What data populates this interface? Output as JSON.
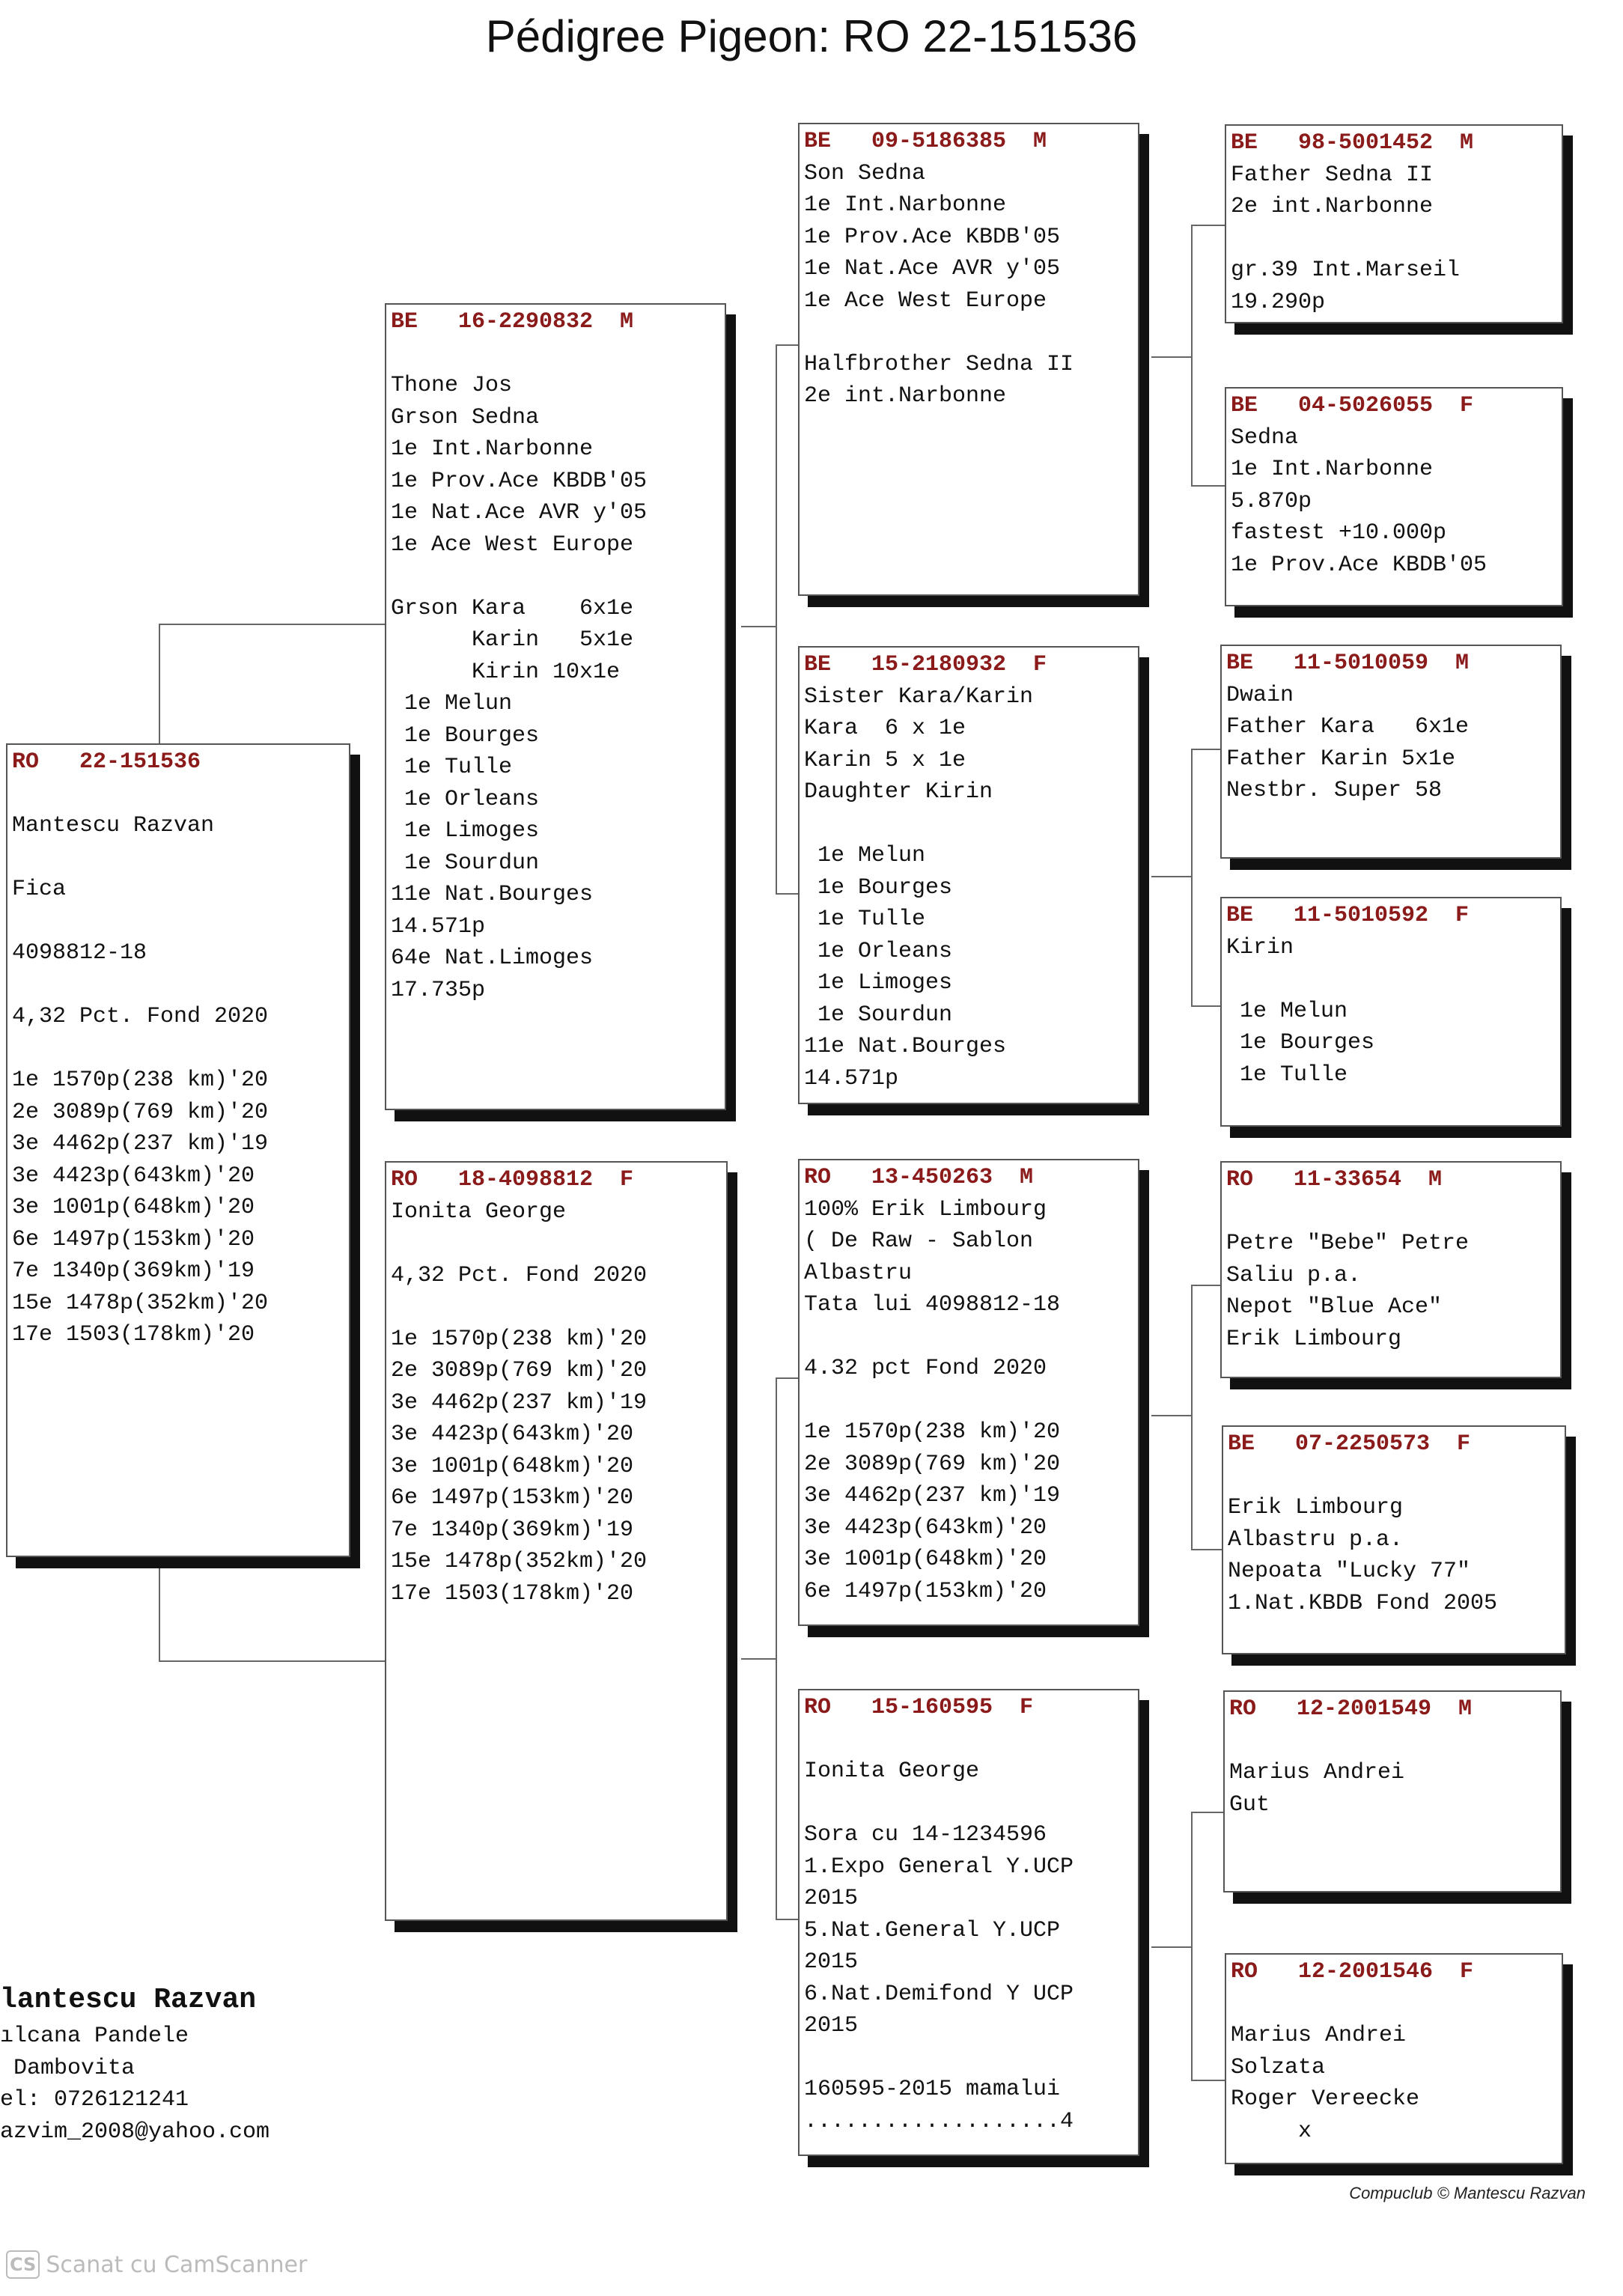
{
  "title": "Pédigree Pigeon: RO  22-151536",
  "cards": {
    "subject": {
      "ring": "RO   22-151536",
      "lines": [
        "",
        "Mantescu Razvan",
        "",
        "Fica",
        "",
        "4098812-18",
        "",
        "4,32 Pct. Fond 2020",
        "",
        "1e 1570p(238 km)'20",
        "2e 3089p(769 km)'20",
        "3e 4462p(237 km)'19",
        "3e 4423p(643km)'20",
        "3e 1001p(648km)'20",
        "6e 1497p(153km)'20",
        "7e 1340p(369km)'19",
        "15e 1478p(352km)'20",
        "17e 1503(178km)'20"
      ]
    },
    "sire": {
      "ring": "BE   16-2290832  M",
      "lines": [
        "",
        "Thone Jos",
        "Grson Sedna",
        "1e Int.Narbonne",
        "1e Prov.Ace KBDB'05",
        "1e Nat.Ace AVR y'05",
        "1e Ace West Europe",
        "",
        "Grson Kara    6x1e",
        "      Karin   5x1e",
        "      Kirin 10x1e",
        " 1e Melun",
        " 1e Bourges",
        " 1e Tulle",
        " 1e Orleans",
        " 1e Limoges",
        " 1e Sourdun",
        "11e Nat.Bourges",
        "14.571p",
        "64e Nat.Limoges",
        "17.735p"
      ]
    },
    "dam": {
      "ring": "RO   18-4098812  F",
      "lines": [
        "Ionita George",
        "",
        "4,32 Pct. Fond 2020",
        "",
        "1e 1570p(238 km)'20",
        "2e 3089p(769 km)'20",
        "3e 4462p(237 km)'19",
        "3e 4423p(643km)'20",
        "3e 1001p(648km)'20",
        "6e 1497p(153km)'20",
        "7e 1340p(369km)'19",
        "15e 1478p(352km)'20",
        "17e 1503(178km)'20"
      ]
    },
    "ss": {
      "ring": "BE   09-5186385  M",
      "lines": [
        "Son Sedna",
        "1e Int.Narbonne",
        "1e Prov.Ace KBDB'05",
        "1e Nat.Ace AVR y'05",
        "1e Ace West Europe",
        "",
        "Halfbrother Sedna II",
        "2e int.Narbonne"
      ]
    },
    "sd": {
      "ring": "BE   15-2180932  F",
      "lines": [
        "Sister Kara/Karin",
        "Kara  6 x 1e",
        "Karin 5 x 1e",
        "Daughter Kirin",
        "",
        " 1e Melun",
        " 1e Bourges",
        " 1e Tulle",
        " 1e Orleans",
        " 1e Limoges",
        " 1e Sourdun",
        "11e Nat.Bourges",
        "14.571p"
      ]
    },
    "ds": {
      "ring": "RO   13-450263  M",
      "lines": [
        "100% Erik Limbourg",
        "( De Raw - Sablon",
        "Albastru",
        "Tata lui 4098812-18",
        "",
        "4.32 pct Fond 2020",
        "",
        "1e 1570p(238 km)'20",
        "2e 3089p(769 km)'20",
        "3e 4462p(237 km)'19",
        "3e 4423p(643km)'20",
        "3e 1001p(648km)'20",
        "6e 1497p(153km)'20"
      ]
    },
    "dd": {
      "ring": "RO   15-160595  F",
      "lines": [
        "",
        "Ionita George",
        "",
        "Sora cu 14-1234596",
        "1.Expo General Y.UCP",
        "2015",
        "5.Nat.General Y.UCP",
        "2015",
        "6.Nat.Demifond Y UCP",
        "2015",
        "",
        "160595-2015 mamalui",
        "...................4"
      ]
    },
    "sss": {
      "ring": "BE   98-5001452  M",
      "lines": [
        "Father Sedna II",
        "2e int.Narbonne",
        "",
        "gr.39 Int.Marseil",
        "19.290p"
      ]
    },
    "ssd": {
      "ring": "BE   04-5026055  F",
      "lines": [
        "Sedna",
        "1e Int.Narbonne",
        "5.870p",
        "fastest +10.000p",
        "1e Prov.Ace KBDB'05"
      ]
    },
    "sds": {
      "ring": "BE   11-5010059  M",
      "lines": [
        "Dwain",
        "Father Kara   6x1e",
        "Father Karin 5x1e",
        "Nestbr. Super 58"
      ]
    },
    "sdd": {
      "ring": "BE   11-5010592  F",
      "lines": [
        "Kirin",
        "",
        " 1e Melun",
        " 1e Bourges",
        " 1e Tulle"
      ]
    },
    "dss": {
      "ring": "RO   11-33654  M",
      "lines": [
        "",
        "Petre \"Bebe\" Petre",
        "Saliu p.a.",
        "Nepot \"Blue Ace\"",
        "Erik Limbourg"
      ]
    },
    "dsd": {
      "ring": "BE   07-2250573  F",
      "lines": [
        "",
        "Erik Limbourg",
        "Albastru p.a.",
        "Nepoata \"Lucky 77\"",
        "1.Nat.KBDB Fond 2005"
      ]
    },
    "dds": {
      "ring": "RO   12-2001549  M",
      "lines": [
        "",
        "Marius Andrei",
        "Gut"
      ]
    },
    "ddd": {
      "ring": "RO   12-2001546  F",
      "lines": [
        "",
        "Marius Andrei",
        "Solzata",
        "Roger Vereecke",
        "     x"
      ]
    }
  },
  "owner": {
    "name": "lantescu Razvan",
    "lines": [
      "ılcana Pandele",
      " Dambovita",
      "el: 0726121241",
      "azvim_2008@yahoo.com"
    ]
  },
  "footer": "Compuclub © Mantescu Razvan",
  "scanner": {
    "badge": "CS",
    "text": "Scanat cu CamScanner"
  }
}
